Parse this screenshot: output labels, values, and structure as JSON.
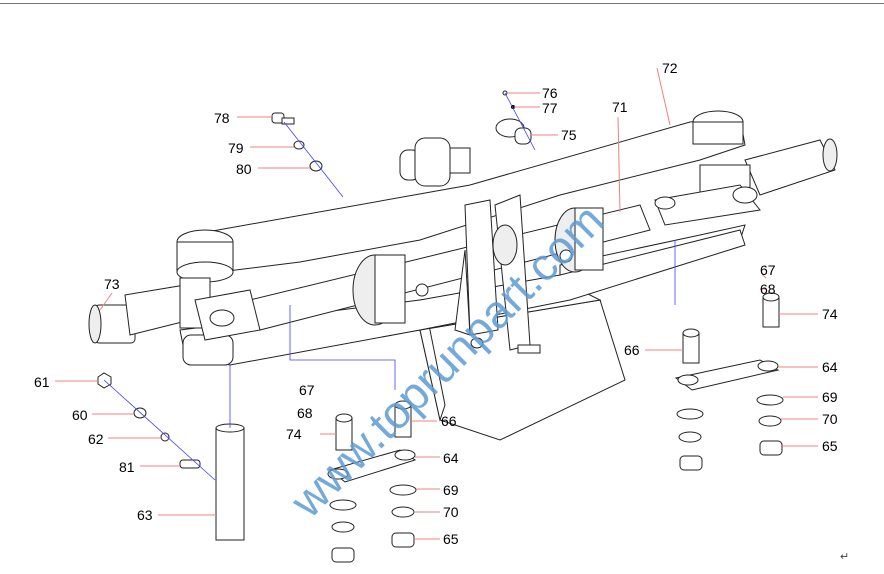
{
  "diagram": {
    "watermark": "www.toprunpart.com",
    "return_mark": "↵",
    "colors": {
      "leader": "#f08080",
      "axis": "#4040ff",
      "watermark": "#5b9bd5"
    },
    "callouts": [
      "72",
      "76",
      "77",
      "71",
      "75",
      "78",
      "79",
      "80",
      "73",
      "67",
      "68",
      "74",
      "66",
      "64",
      "69",
      "70",
      "65",
      "61",
      "60",
      "62",
      "81",
      "63",
      "67",
      "68",
      "74",
      "66",
      "64",
      "69",
      "70",
      "65"
    ]
  }
}
